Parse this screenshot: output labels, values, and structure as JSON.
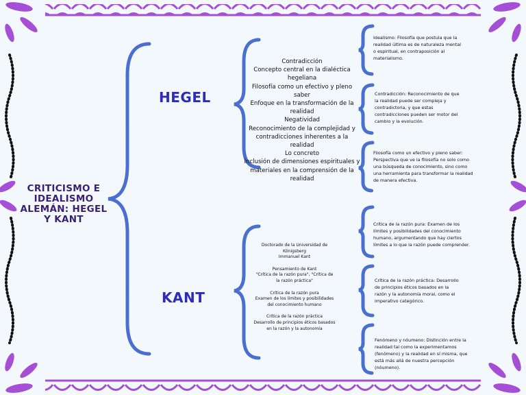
{
  "title": "CRITICISMO E IDEALISMO ALEMÁN: HEGEL Y KANT",
  "hegel": {
    "label": "HEGEL",
    "items": [
      "Contradicción",
      "Concepto central en la dialéctica hegeliana",
      "Filosofía como un efectivo y pleno saber",
      "Enfoque en la transformación de la realidad",
      "Negatividad",
      "Reconocimiento de la complejidad y contradicciones inherentes a la realidad",
      "Lo concreto",
      "Inclusión de dimensiones espirituales y materiales en la comprensión de la realidad"
    ],
    "notes": [
      "Idealismo: Filosofía que postula que la realidad última es de naturaleza mental o espiritual, en contraposición al materialismo.",
      "Contradicción: Reconocimiento de que la realidad puede ser compleja y contradictoria, y que estas contradicciones pueden ser motor del cambio y la evolución.",
      "Filosofía como un efectivo y pleno saber: Perspectiva que ve la filosofía no solo como una búsqueda de conocimiento, sino como una herramienta para transformar la realidad de manera efectiva."
    ]
  },
  "kant": {
    "label": "KANT",
    "blocks": [
      [
        "Doctorado de la Universidad de Königsberg",
        "Immanuel Kant"
      ],
      [
        "Pensamiento de Kant",
        "\"Crítica de la razón pura\", \"Crítica de la razón práctica\""
      ],
      [
        "Crítica de la razón pura",
        "Examen de los límites y posibilidades del conocimiento humano"
      ],
      [
        "Crítica de la razón práctica",
        "Desarrollo de principios éticos basados en la razón y la autonomía"
      ]
    ],
    "notes": [
      "Crítica de la razón pura: Examen de los límites y posibilidades del conocimiento humano, argumentando que hay ciertos límites a lo que la razón puede comprender.",
      "Crítica de la razón práctica: Desarrollo de principios éticos basados en la razón y la autonomía moral, como el imperativo categórico.",
      "Fenómeno y nóumeno: Distinción entre la realidad tal como la experimentamos (fenómeno) y la realidad en sí misma, que está más allá de nuestra percepción (nóumeno)."
    ]
  },
  "colors": {
    "brace": "#4a6fd1",
    "border": "#a44fd6",
    "dots": "#111111",
    "title": "#3b1f73",
    "heading": "#2d2bb8"
  }
}
